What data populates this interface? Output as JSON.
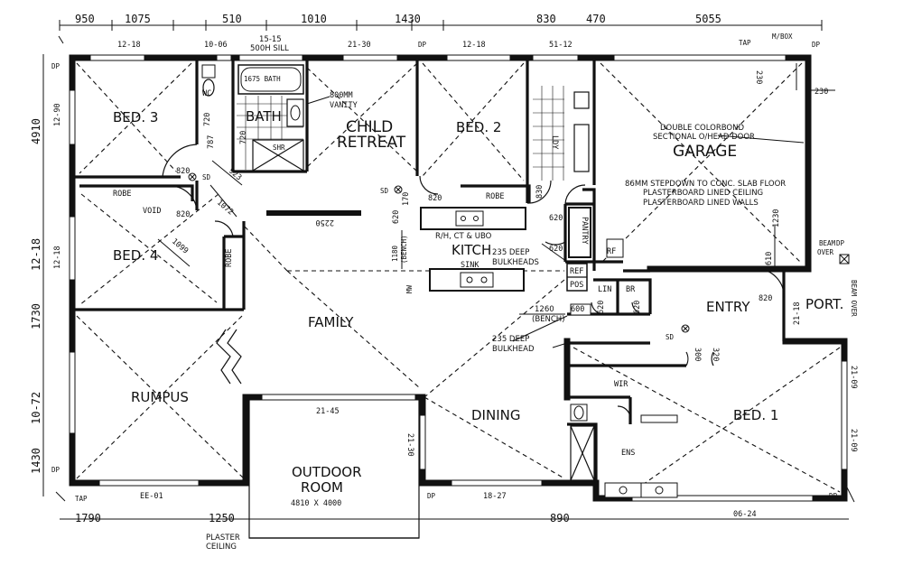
{
  "dims_top": [
    "950",
    "1075",
    "510",
    "1010",
    "1430",
    "830",
    "470",
    "5055"
  ],
  "dims_left": [
    "4910",
    "12-18",
    "1730",
    "10-72",
    "1430"
  ],
  "dims_bottom": [
    "1790",
    "1250",
    "890"
  ],
  "rooms": {
    "bed3": "BED. 3",
    "wc": "WC",
    "bath": "BATH",
    "bath_tub": "1675 BATH",
    "vanity": [
      "800MM",
      "VANITY"
    ],
    "shr": "SHR",
    "child_retreat": [
      "CHILD",
      "RETREAT"
    ],
    "bed2": "BED. 2",
    "ldy": "LDY",
    "garage": "GARAGE",
    "bed4": "BED. 4",
    "robe": "ROBE",
    "void": "VOID",
    "family": "FAMILY",
    "kitch": "KITCH",
    "sink": "SINK",
    "pantry": "PANTRY",
    "ref": "REF",
    "pos": "POS",
    "lin": "LIN",
    "br": "BR",
    "entry": "ENTRY",
    "port": "PORT.",
    "rumpus": "RUMPUS",
    "dining": "DINING",
    "wir": "WIR",
    "bed1": "BED. 1",
    "ens": "ENS",
    "outdoor": [
      "OUTDOOR",
      "ROOM",
      "4810 X 4000"
    ],
    "rf": "RF",
    "mw": "MW"
  },
  "notes": {
    "window_top": [
      "15-15",
      "500H SILL"
    ],
    "garage_door": [
      "DOUBLE COLORBOND",
      "SECTIONAL O/HEAD DOOR"
    ],
    "garage_floor": [
      "86MM STEPDOWN TO CONC. SLAB FLOOR",
      "PLASTERBOARD LINED CEILING",
      "PLASTERBOARD LINED WALLS"
    ],
    "kitchen_bench": "R/H, CT & UBO",
    "bulkheads": [
      "235 DEEP",
      "BULKHEADS"
    ],
    "bulkhead": [
      "235 DEEP",
      "BULKHEAD"
    ],
    "bench_1260": [
      "1260",
      "(BENCH)"
    ],
    "bench_1180": [
      "1180",
      "(BENCH)"
    ],
    "beam_over": [
      "BEAM",
      "OVER"
    ],
    "beam_over_v": "BEAM OVER",
    "plaster_ceiling": [
      "PLASTER",
      "CEILING"
    ],
    "tap_mbox": [
      "TAP",
      "M/BOX"
    ],
    "tap": "TAP",
    "dp": "DP",
    "sd": "SD"
  },
  "wall_dims": {
    "top": [
      "12-18",
      "10-06",
      "21-30",
      "12-18",
      "51-12"
    ],
    "bottom": [
      "18-27",
      "06-24"
    ],
    "left_rot": "12-90",
    "left_mid": "12-18",
    "outdoor_top": "21-45",
    "outdoor_right": "21-30",
    "port": "21-18",
    "right_rot": "21-09",
    "right_rot2": "21-09",
    "rumpus_bottom": "EE-01",
    "garage_230a": "230",
    "garage_230b": "230",
    "garage_1230": "1230",
    "garage_610": "610",
    "fam_dim": "2250"
  },
  "openings": {
    "o820": "820",
    "o787": "787",
    "o923": "923",
    "o1072": "1072",
    "o1099": "1099",
    "o720": "720",
    "o620": "620",
    "o170": "170",
    "o830": "830",
    "o600": "600",
    "o320": "320",
    "o300": "300"
  }
}
